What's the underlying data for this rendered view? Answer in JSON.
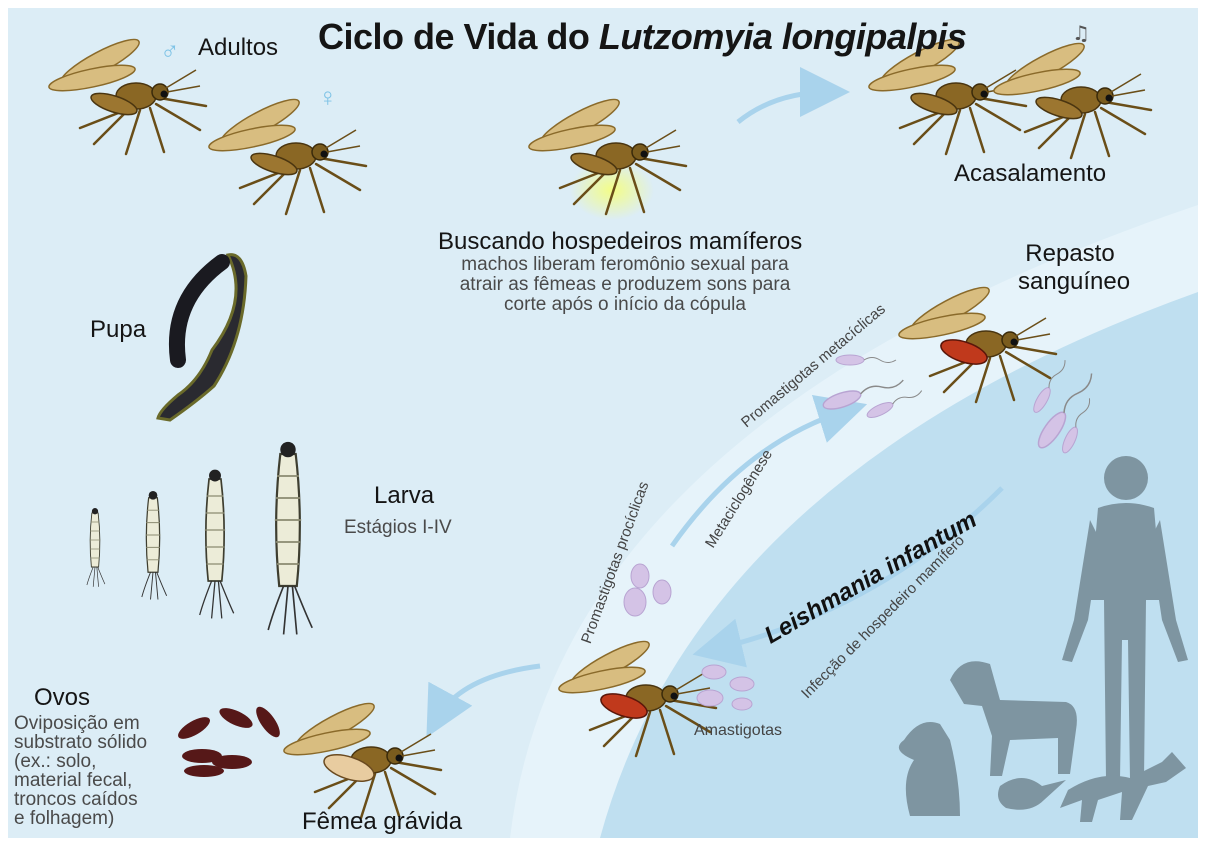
{
  "title": {
    "main": "Ciclo de Vida do ",
    "species": "Lutzomyia longipalpis"
  },
  "stages": {
    "adults": "Adultos",
    "male_symbol": "♂",
    "female_symbol": "♀",
    "mating": "Acasalamento",
    "host_seeking_title": "Buscando hospedeiros mamíferos",
    "host_seeking_desc": [
      "machos liberam feromônio sexual para",
      "atrair as fêmeas e produzem sons para",
      "corte após o início da cópula"
    ],
    "blood_meal": [
      "Repasto",
      "sanguíneo"
    ],
    "pupa": "Pupa",
    "larva": "Larva",
    "larva_stages": "Estágios I-IV",
    "eggs": "Ovos",
    "eggs_desc": [
      "Oviposição em",
      "substrato sólido",
      "(ex.: solo,",
      "material fecal,",
      "troncos caídos",
      "e folhagem)"
    ],
    "gravid_female": "Fêmea grávida"
  },
  "parasite": {
    "name": "Leishmania infantum",
    "metacyclic": "Promastigotas metacíclicas",
    "procyclic": "Promastigotas procíclicas",
    "metacyclogenesis": "Metaciclogênese",
    "host_infection": "Infecção de hospedeiro mamífero",
    "amastigotes": "Amastigotas"
  },
  "colors": {
    "background": "#dcedf6",
    "host_zone": "#bfdff0",
    "arrow": "#a9d3ec",
    "silhouette": "#7e95a1",
    "parasite": "#d4c3e6",
    "fly_body": "#7a5c1e",
    "fly_wing": "#d8bd80",
    "blood": "#c0391c",
    "egg": "#561818"
  }
}
